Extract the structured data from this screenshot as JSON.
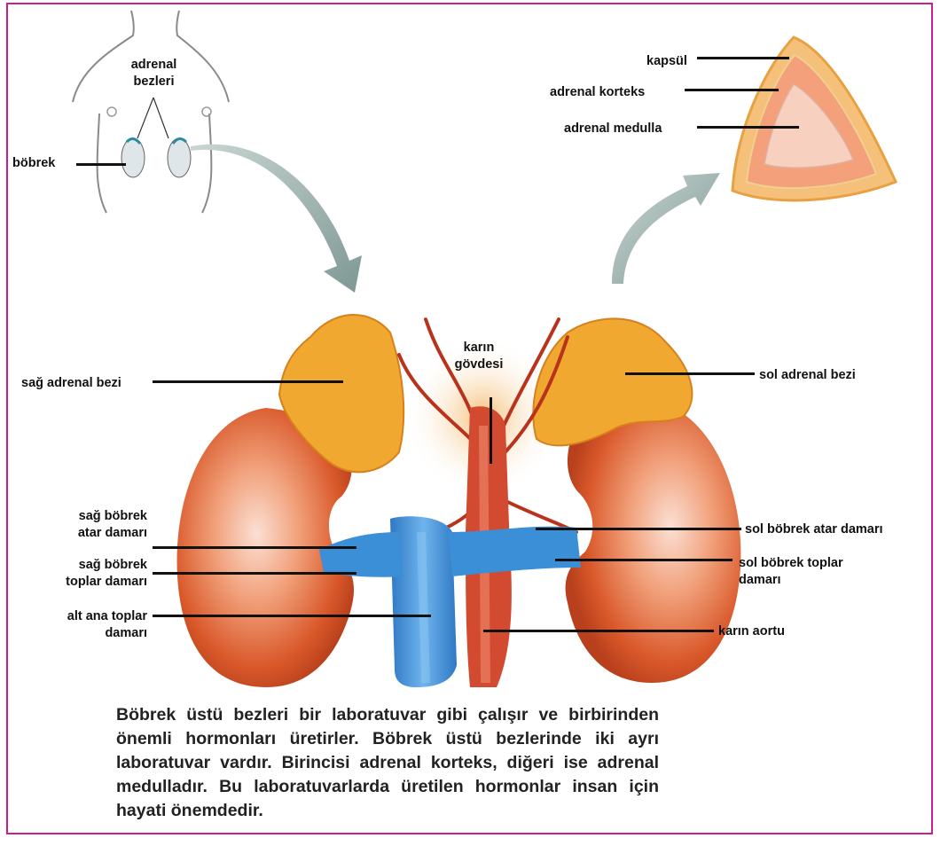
{
  "labels": {
    "adrenal_bezleri": "adrenal\nbezleri",
    "bobrek": "böbrek",
    "kapsul": "kapsül",
    "adrenal_korteks": "adrenal korteks",
    "adrenal_medulla": "adrenal medulla",
    "sag_adrenal_bezi": "sağ adrenal bezi",
    "karin_govdesi": "karın\ngövdesi",
    "sol_adrenal_bezi": "sol adrenal bezi",
    "sag_bobrek_atar": "sağ böbrek\natar damarı",
    "sag_bobrek_toplar": "sağ böbrek\ntoplar damarı",
    "alt_ana_toplar": "alt ana toplar\ndamarı",
    "sol_bobrek_atar": "sol böbrek atar damarı",
    "sol_bobrek_toplar": "sol böbrek toplar\ndamarı",
    "karin_aortu": "karın aortu"
  },
  "caption": "Böbrek üstü bezleri bir laboratuvar gibi çalışır ve birbirinden önemli hormonları üretirler. Böbrek üstü bezlerinde iki ayrı laboratuvar vardır. Birincisi adrenal korteks, diğeri ise adrenal medulladır. Bu laboratuvarlarda üretilen hormonlar insan için hayati önemdedir.",
  "colors": {
    "frame": "#c4218f",
    "kidney": "#d9582a",
    "adrenal": "#f0a830",
    "vein": "#3b8fd6",
    "artery": "#b8321c",
    "arrow": "#8fa3a0"
  }
}
